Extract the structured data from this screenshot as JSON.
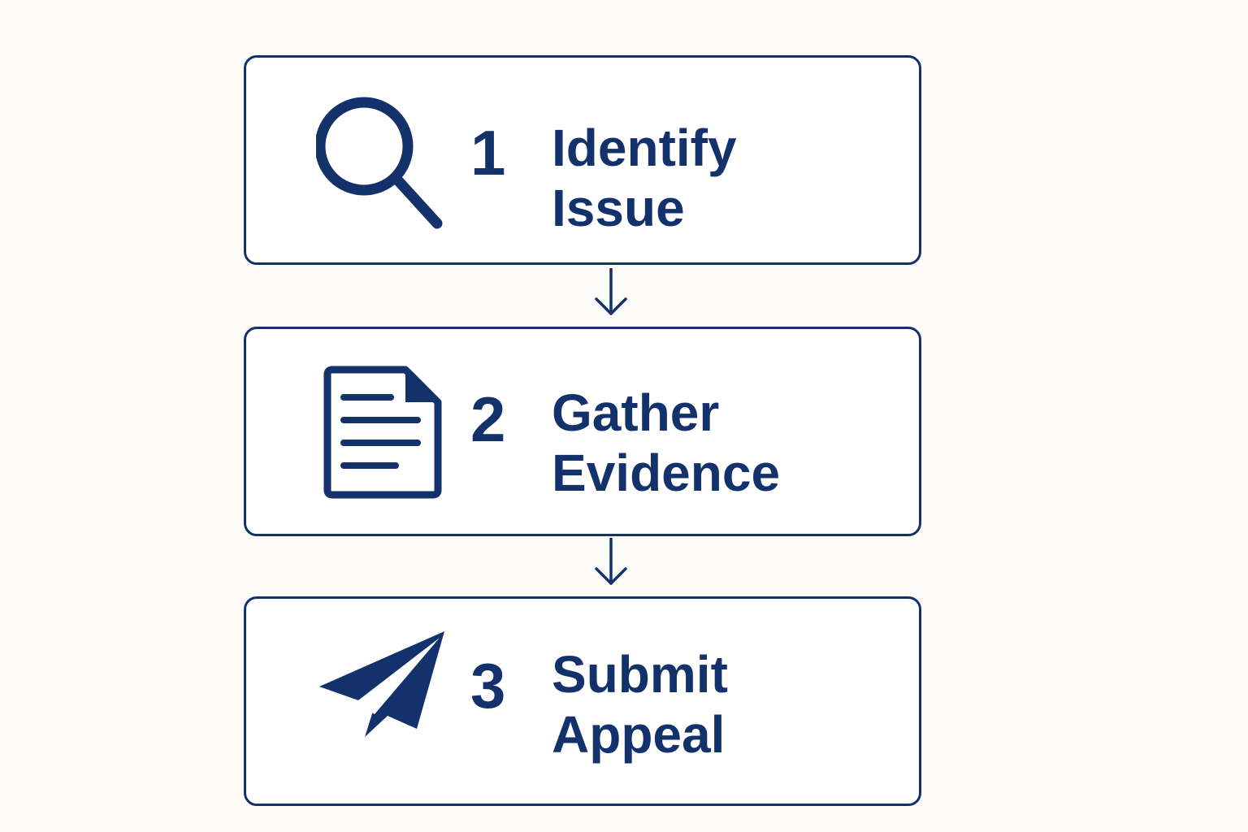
{
  "colors": {
    "background": "#fcfbf8",
    "box_fill": "#ffffff",
    "accent": "#13316b"
  },
  "steps": [
    {
      "number": "1",
      "label_line1": "Identify",
      "label_line2": "Issue",
      "icon": "magnifying-glass-icon"
    },
    {
      "number": "2",
      "label_line1": "Gather",
      "label_line2": "Evidence",
      "icon": "document-icon"
    },
    {
      "number": "3",
      "label_line1": "Submit",
      "label_line2": "Appeal",
      "icon": "paper-plane-icon"
    }
  ],
  "connectors": [
    {
      "from": "1",
      "to": "2"
    },
    {
      "from": "2",
      "to": "3"
    }
  ]
}
